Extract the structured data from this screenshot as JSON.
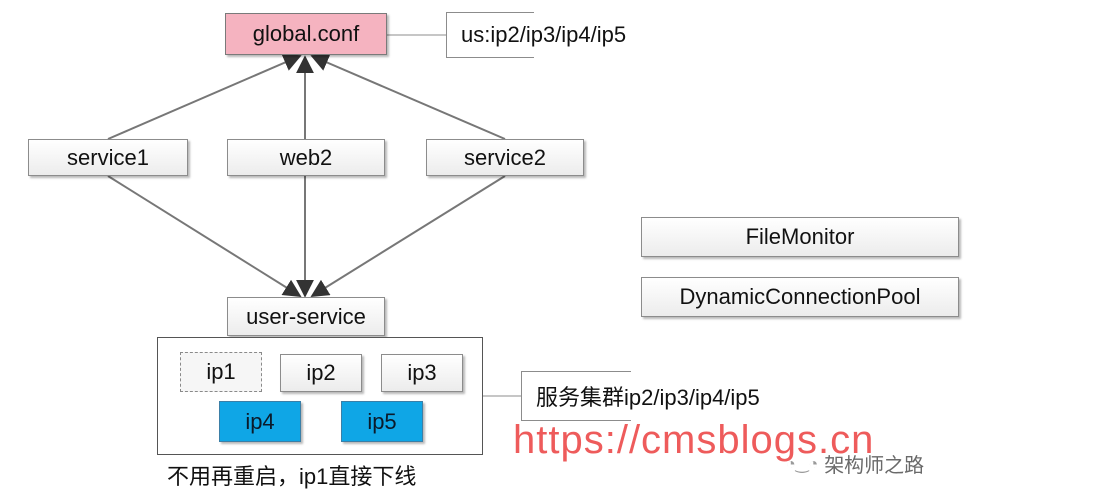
{
  "nodes": {
    "global_conf": "global.conf",
    "us_note": "us:ip2/ip3/ip4/ip5",
    "service1": "service1",
    "web2": "web2",
    "service2": "service2",
    "user_service": "user-service",
    "file_monitor": "FileMonitor",
    "dynamic_pool": "DynamicConnectionPool"
  },
  "cluster": {
    "ips": [
      "ip1",
      "ip2",
      "ip3",
      "ip4",
      "ip5"
    ],
    "note": "服务集群ip2/ip3/ip4/ip5",
    "caption": "不用再重启，ip1直接下线"
  },
  "watermark": {
    "url": "https://cmsblogs.cn",
    "wechat": "架构师之路",
    "wechat_icon": "wechat-icon"
  },
  "colors": {
    "config_box": "#f5b3c0",
    "active_ip": "#0fa6e6",
    "watermark": "#ee5b5b"
  }
}
